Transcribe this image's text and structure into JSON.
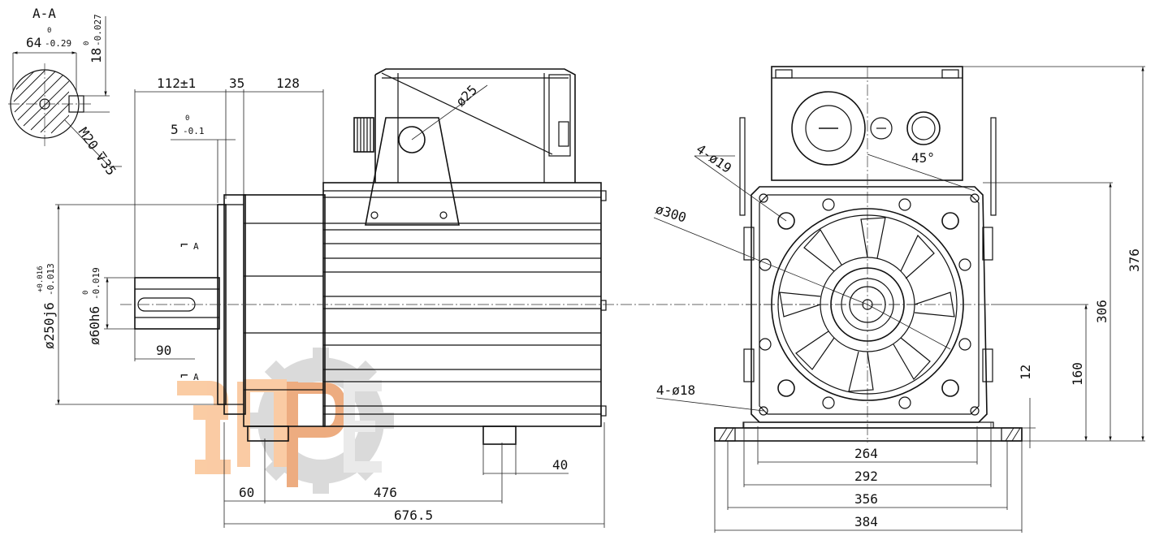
{
  "section": {
    "title": "A-A",
    "width_dim": "64",
    "width_tol_upper": "0",
    "width_tol_lower": "-0.29",
    "depth_dim": "18",
    "depth_tol_upper": "0",
    "depth_tol_lower": "-0.027",
    "thread": "M20",
    "thread_depth": "35"
  },
  "side_view": {
    "dim_112": "112±1",
    "dim_35": "35",
    "dim_128": "128",
    "dim_5": "5",
    "dim_5_tol_upper": "0",
    "dim_5_tol_lower": "-0.1",
    "dim_250": "ø250j6",
    "dim_250_tol_upper": "+0.016",
    "dim_250_tol_lower": "-0.013",
    "dim_60": "ø60h6",
    "dim_60_tol_upper": "0",
    "dim_60_tol_lower": "-0.019",
    "dim_90": "90",
    "dim_25": "ø25",
    "section_mark": "A",
    "dim_60b": "60",
    "dim_476": "476",
    "dim_676": "676.5",
    "dim_40": "40"
  },
  "front_view": {
    "dim_4x19": "4-ø19",
    "dim_300": "ø300",
    "dim_45": "45°",
    "dim_4x18": "4-ø18",
    "dim_264": "264",
    "dim_292": "292",
    "dim_356": "356",
    "dim_384": "384",
    "dim_12": "12",
    "dim_160": "160",
    "dim_306": "306",
    "dim_376": "376"
  }
}
